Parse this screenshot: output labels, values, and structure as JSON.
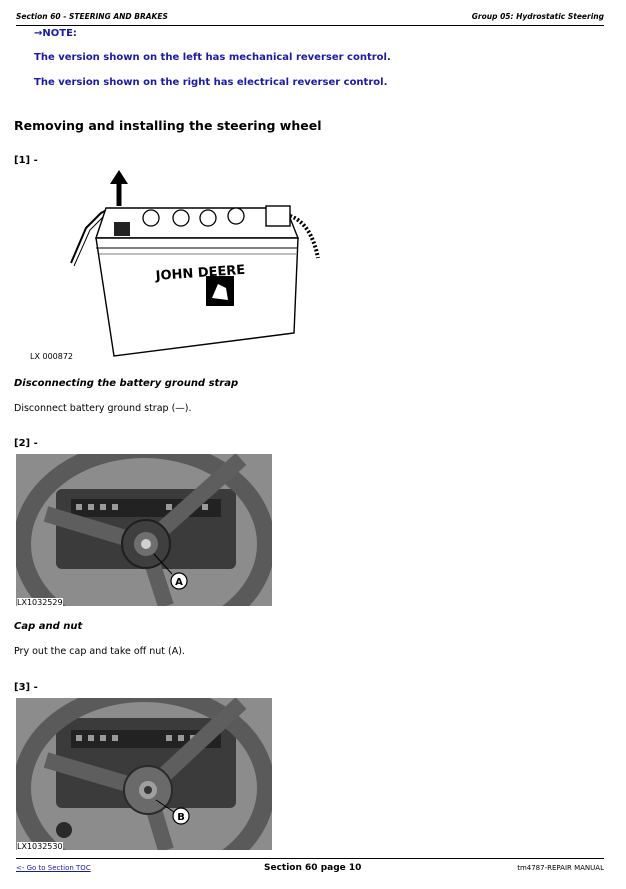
{
  "header": {
    "left": "Section 60 - STEERING AND BRAKES",
    "right": "Group 05: Hydrostatic Steering"
  },
  "note": {
    "label": "→NOTE:",
    "lines": [
      "The version shown on the left has mechanical reverser control.",
      "The version shown on the right has electrical reverser control."
    ]
  },
  "heading": "Removing and installing the steering wheel",
  "steps": [
    {
      "label": "[1] -",
      "figure_id": "LX 000872",
      "figure_text": "JOHN DEERE",
      "caption": "Disconnecting the battery ground strap",
      "text": "Disconnect battery ground strap (—)."
    },
    {
      "label": "[2] -",
      "figure_id": "LX1032529",
      "callout": "A",
      "caption": "Cap and nut",
      "text": "Pry out the cap and take off nut (A)."
    },
    {
      "label": "[3] -",
      "figure_id": "LX1032530",
      "callout": "B"
    }
  ],
  "footer": {
    "left": "<- Go to Section TOC",
    "center": "Section 60 page 10",
    "right": "tm4787-REPAIR MANUAL"
  }
}
